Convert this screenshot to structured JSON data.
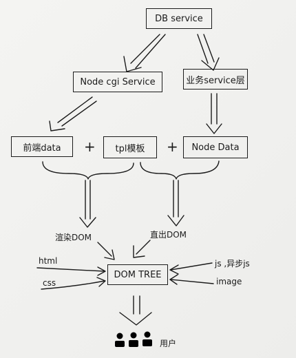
{
  "nodes": {
    "db_service": "DB service",
    "node_cgi": "Node cgi Service",
    "biz_layer": "业务service层",
    "frontend_data": "前端data",
    "tpl": "tpl模板",
    "node_data": "Node Data",
    "dom_tree": "DOM TREE"
  },
  "operators": {
    "plus": "+"
  },
  "labels": {
    "render_dom": "渲染DOM",
    "direct_dom": "直出DOM",
    "html": "html",
    "css": "css",
    "js": "js ,异步js",
    "image": "image",
    "users": "用户"
  }
}
